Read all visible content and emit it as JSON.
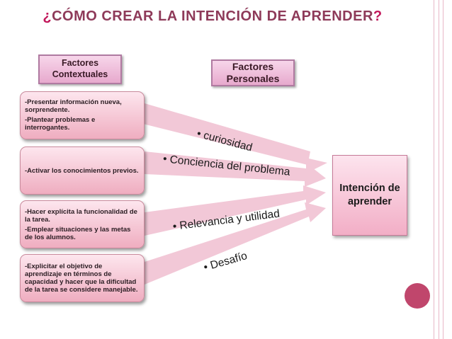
{
  "title": {
    "prefix": "¿",
    "text": "Cómo crear la intención de aprender",
    "suffix": "?"
  },
  "headers": {
    "contextual": "Factores Contextuales",
    "personal": "Factores Personales"
  },
  "context_boxes": [
    {
      "lines": [
        "-Presentar información nueva, sorprendente.",
        "-Plantear problemas e interrogantes."
      ]
    },
    {
      "lines": [
        "-Activar los conocimientos previos."
      ]
    },
    {
      "lines": [
        "-Hacer explícita la funcionalidad de la tarea.",
        "-Emplear situaciones y las metas de los alumnos."
      ]
    },
    {
      "lines": [
        "-Explicitar el objetivo de aprendizaje en términos de capacidad y hacer que la dificultad de la tarea se considere manejable."
      ]
    }
  ],
  "factors": [
    "• curiosidad",
    "• Conciencia del problema",
    "• Relevancia y utilidad",
    "• Desafío"
  ],
  "target": "Intención de aprender",
  "colors": {
    "title": "#8e3a59",
    "accent": "#c2185b",
    "box": "#efadc0",
    "arrow": "#f2c8d7",
    "circle": "#c0466c"
  }
}
